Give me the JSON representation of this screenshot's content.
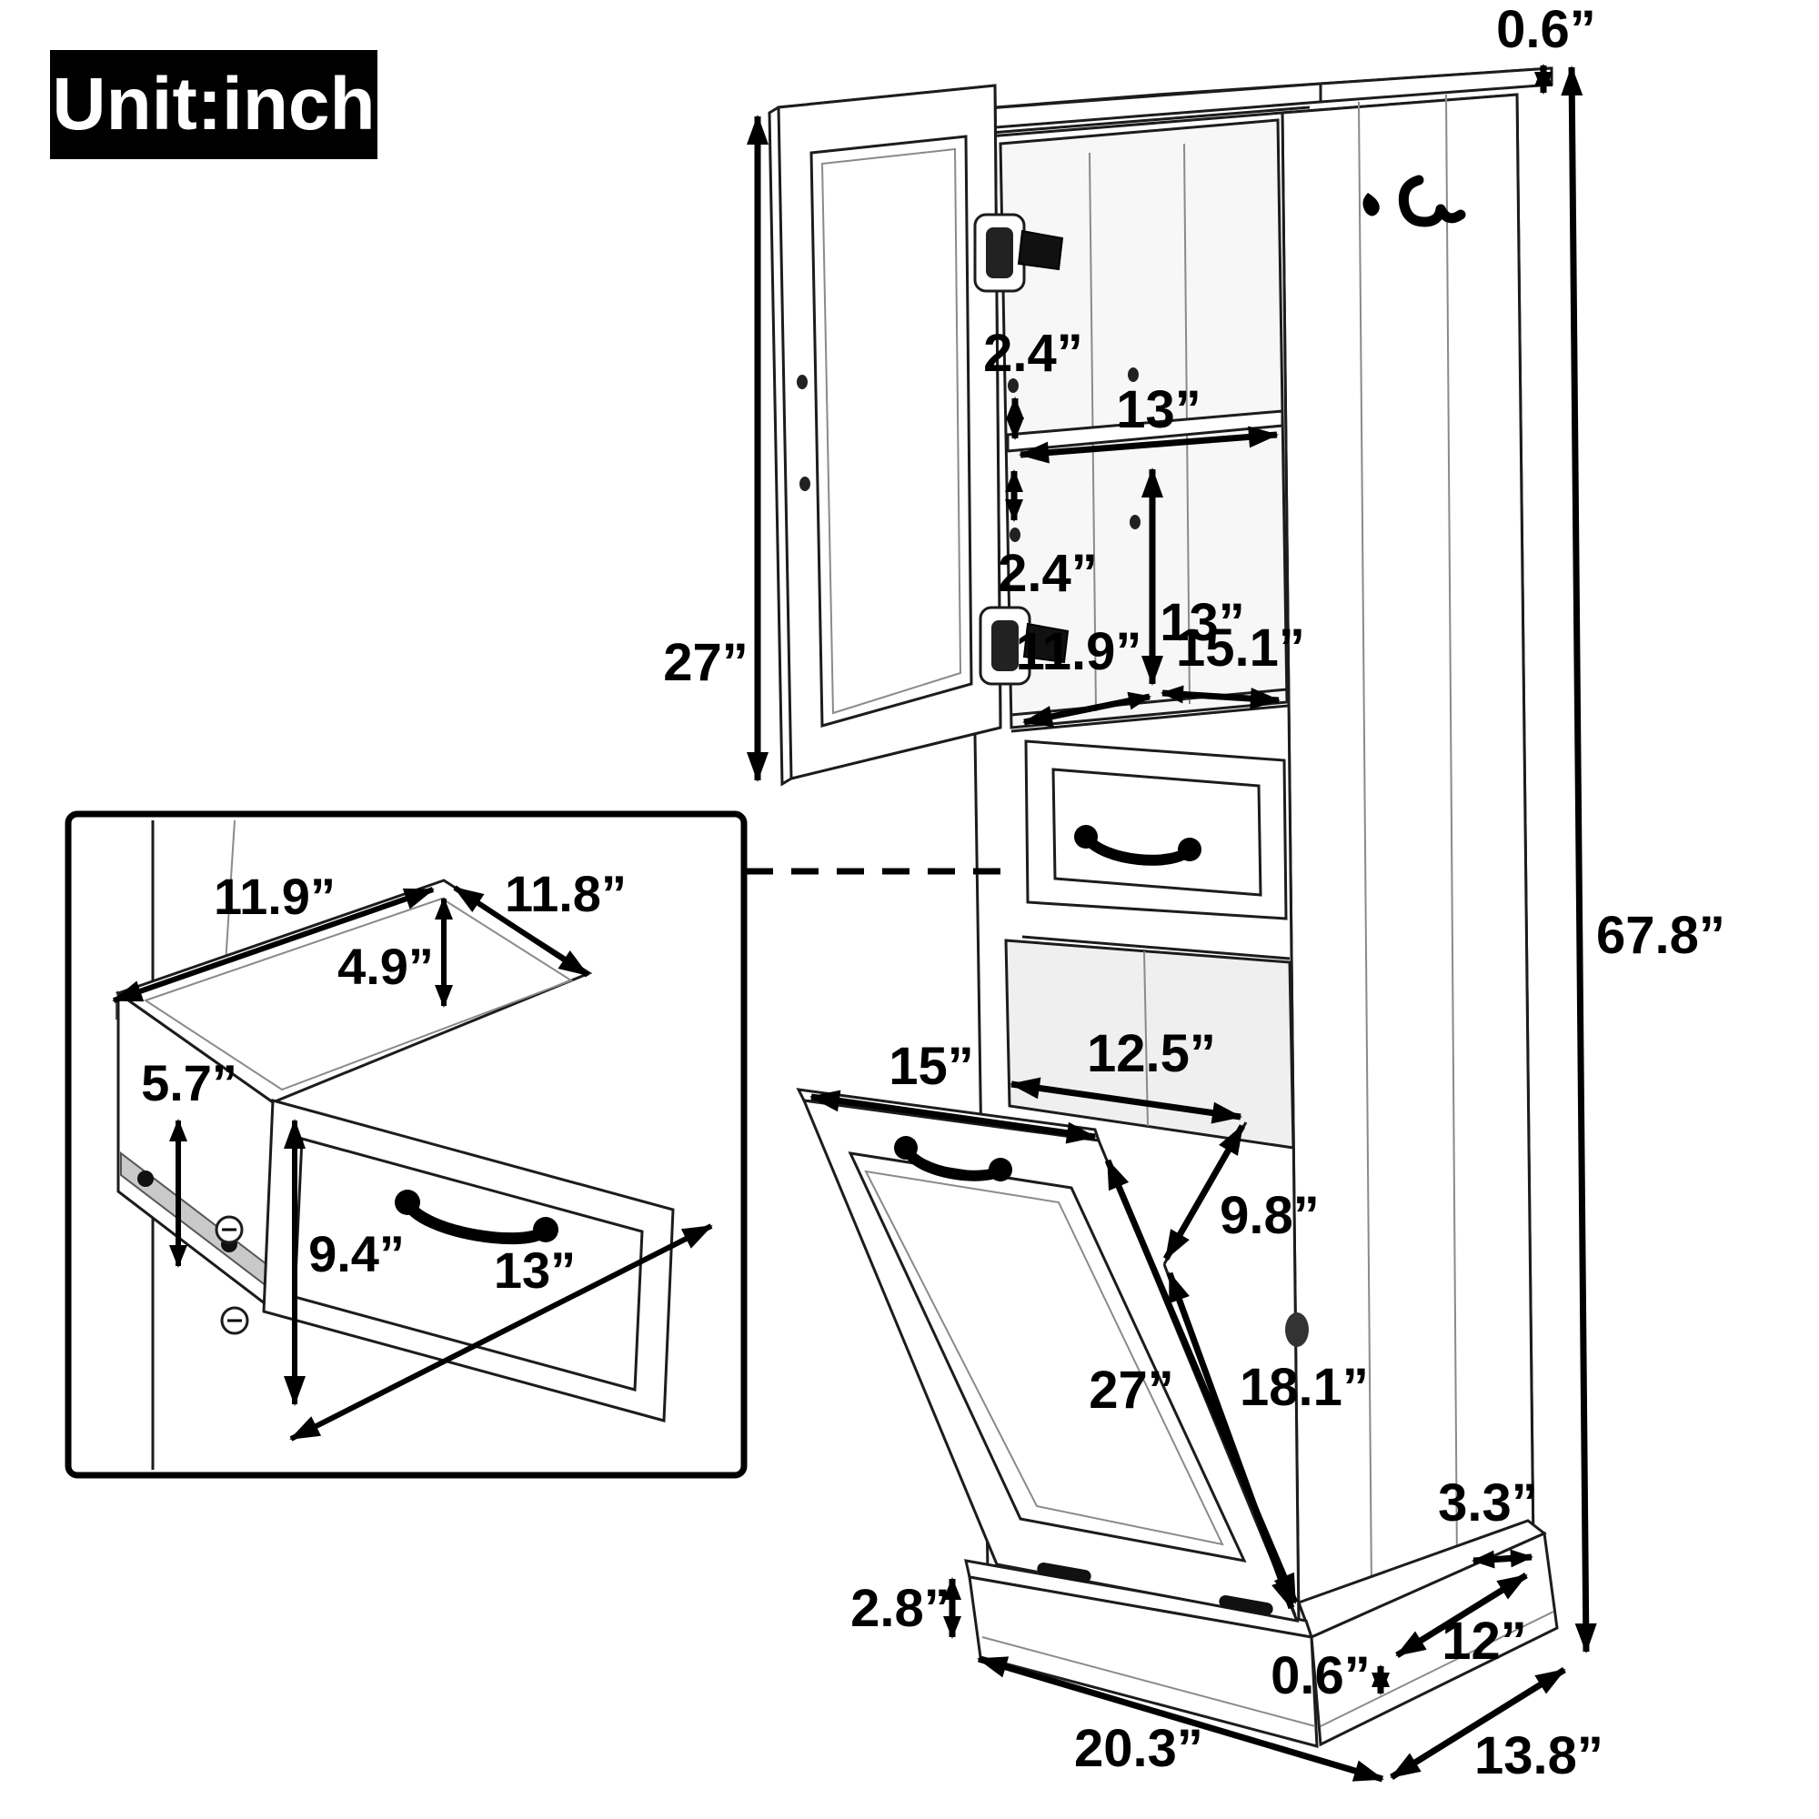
{
  "unit_label": "Unit:inch",
  "colors": {
    "ink": "#000000",
    "line": "#1c1c1c",
    "background": "#ffffff"
  },
  "main_view": {
    "dims": {
      "top_trim": "0.6”",
      "door_height": "27”",
      "shelf_gap_upper": "2.4”",
      "shelf_width": "13”",
      "shelf_gap_lower": "2.4”",
      "compartment_height": "13”",
      "interior_depth": "11.9”",
      "interior_width": "15.1”",
      "overall_height": "67.8”",
      "hamper_door_width": "15”",
      "hamper_opening_width": "12.5”",
      "hamper_top_depth": "9.8”",
      "hamper_door_diagonal": "27”",
      "hamper_door_height": "18.1”",
      "base_height": "2.8”",
      "base_trim": "0.6”",
      "overall_width": "20.3”",
      "base_side_depth": "12”",
      "side_ledge": "3.3”",
      "overall_depth": "13.8”"
    }
  },
  "inset_view": {
    "dims": {
      "drawer_inner_depth": "11.9”",
      "drawer_inner_width": "11.8”",
      "drawer_inner_height": "4.9”",
      "drawer_side_height": "5.7”",
      "drawer_front_height": "9.4”",
      "drawer_front_width": "13”"
    }
  }
}
